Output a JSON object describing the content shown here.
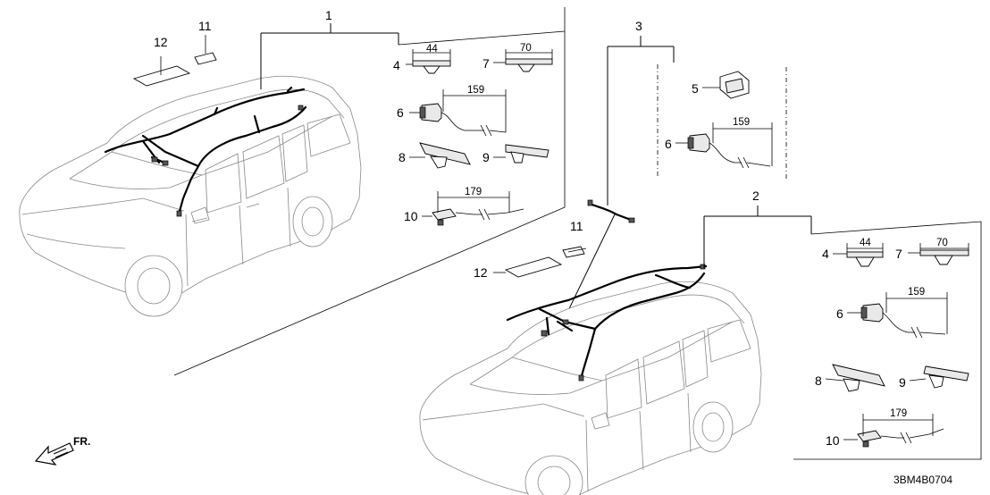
{
  "callouts": {
    "c1": "1",
    "c2": "2",
    "c3": "3",
    "left_parts": {
      "p4": "4",
      "p7": "7",
      "p6": "6",
      "p8": "8",
      "p9": "9",
      "p10": "10",
      "p11": "11",
      "p12": "12"
    },
    "mid_parts": {
      "p5": "5",
      "p6": "6",
      "p11": "11",
      "p12": "12"
    },
    "right_parts": {
      "p4": "4",
      "p7": "7",
      "p6": "6",
      "p8": "8",
      "p9": "9",
      "p10": "10"
    }
  },
  "dimensions": {
    "left": {
      "d44": "44",
      "d70": "70",
      "d159": "159",
      "d179": "179"
    },
    "mid": {
      "d159": "159"
    },
    "right": {
      "d44": "44",
      "d70": "70",
      "d159": "159",
      "d179": "179"
    }
  },
  "direction_label": "FR.",
  "diagram_code": "3BM4B0704"
}
